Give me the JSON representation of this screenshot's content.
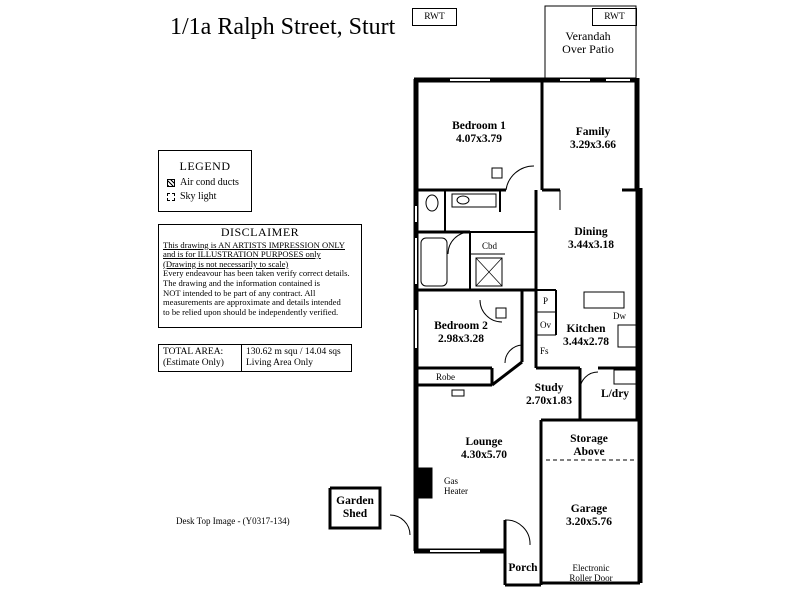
{
  "title": "1/1a Ralph Street, Sturt",
  "rwt_labels": [
    "RWT",
    "RWT"
  ],
  "verandah": [
    "Verandah",
    "Over Patio"
  ],
  "legend": {
    "title": "LEGEND",
    "items": [
      "Air cond ducts",
      "Sky light"
    ]
  },
  "disclaimer": {
    "title": "DISCLAIMER",
    "lines": [
      "This drawing is AN ARTISTS IMPRESSION ONLY",
      "and is for ILLUSTRATION PURPOSES only",
      "(Drawing is not necessarily to scale)",
      "Every endeavour has been taken verify correct details.",
      "The drawing and the information contained is",
      "NOT intended to be part of any contract.  All",
      "measurements are approximate and details intended",
      "to be relied upon should be independently verified."
    ]
  },
  "total_area": {
    "label_lines": [
      "TOTAL AREA:",
      "(Estimate Only)"
    ],
    "value_lines": [
      "130.62 m squ  /  14.04 sqs",
      "Living Area Only"
    ]
  },
  "rooms": {
    "bedroom1": {
      "name": "Bedroom 1",
      "size": "4.07x3.79"
    },
    "family": {
      "name": "Family",
      "size": "3.29x3.66"
    },
    "dining": {
      "name": "Dining",
      "size": "3.44x3.18"
    },
    "bedroom2": {
      "name": "Bedroom 2",
      "size": "2.98x3.28"
    },
    "kitchen": {
      "name": "Kitchen",
      "size": "3.44x2.78"
    },
    "study": {
      "name": "Study",
      "size": "2.70x1.83"
    },
    "ldry": {
      "name": "L/dry"
    },
    "lounge": {
      "name": "Lounge",
      "size": "4.30x5.70"
    },
    "storage": {
      "name": "Storage",
      "size": "Above"
    },
    "garage": {
      "name": "Garage",
      "size": "3.20x5.76"
    },
    "porch": {
      "name": "Porch"
    },
    "garden_shed": {
      "name": "Garden",
      "size": "Shed"
    }
  },
  "fixtures": {
    "cbd": "Cbd",
    "robe": "Robe",
    "pantry": "P",
    "oven": "Ov",
    "fridge": "Fs",
    "dishwasher": "Dw",
    "gas_heater": [
      "Gas",
      "Heater"
    ],
    "roller_door": [
      "Electronic",
      "Roller Door"
    ]
  },
  "caption": "Desk Top Image - (Y0317-134)"
}
